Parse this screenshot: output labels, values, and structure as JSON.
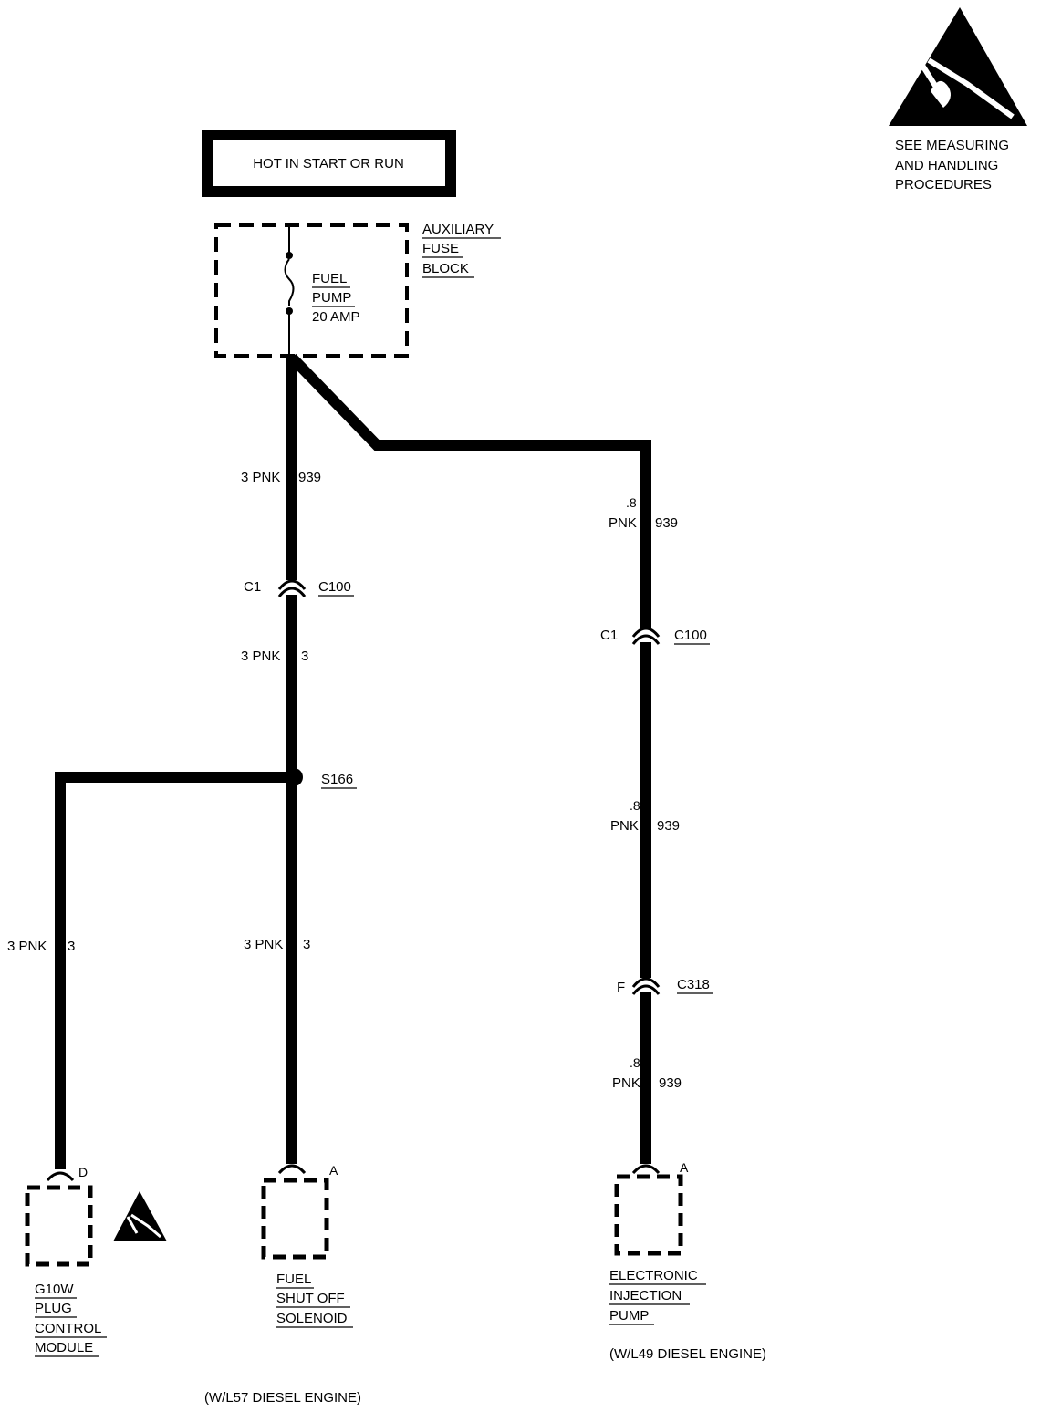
{
  "power_box": {
    "text": "HOT IN START OR  RUN"
  },
  "esd_notice": {
    "line1": "SEE MEASURING",
    "line2": "AND HANDLING",
    "line3": "PROCEDURES"
  },
  "fuse_block": {
    "name_line1": "AUXILIARY",
    "name_line2": "FUSE",
    "name_line3": "BLOCK",
    "fuse_line1": "FUEL",
    "fuse_line2": "PUMP",
    "fuse_line3": "20 AMP"
  },
  "left_branch": {
    "wire_top": {
      "gauge": "3 PNK",
      "circuit": "939"
    },
    "connector": {
      "pin": "C1",
      "id": "C100"
    },
    "wire_mid": {
      "gauge": "3 PNK",
      "circuit": "3"
    },
    "splice": {
      "id": "S166"
    },
    "wire_glow": {
      "gauge": "3 PNK",
      "circuit": "3"
    },
    "wire_solenoid": {
      "gauge": "3 PNK",
      "circuit": "3"
    },
    "glow_pin": "D",
    "solenoid_pin": "A",
    "glow_module": {
      "line1": "G10W",
      "line2": "PLUG",
      "line3": "CONTROL",
      "line4": "MODULE"
    },
    "solenoid": {
      "line1": "FUEL",
      "line2": "SHUT OFF",
      "line3": "SOLENOID"
    },
    "option": "(W/L57 DIESEL ENGINE)"
  },
  "right_branch": {
    "wire_1": {
      "gauge": ".8",
      "color": "PNK",
      "circuit": "939"
    },
    "connector_1": {
      "pin": "C1",
      "id": "C100"
    },
    "wire_2": {
      "gauge": ".8",
      "color": "PNK",
      "circuit": "939"
    },
    "connector_2": {
      "pin": "F",
      "id": "C318"
    },
    "wire_3": {
      "gauge": ".8",
      "color": "PNK",
      "circuit": "939"
    },
    "pump_pin": "A",
    "pump": {
      "line1": "ELECTRONIC",
      "line2": "INJECTION",
      "line3": "PUMP"
    },
    "option": "(W/L49 DIESEL ENGINE)"
  }
}
